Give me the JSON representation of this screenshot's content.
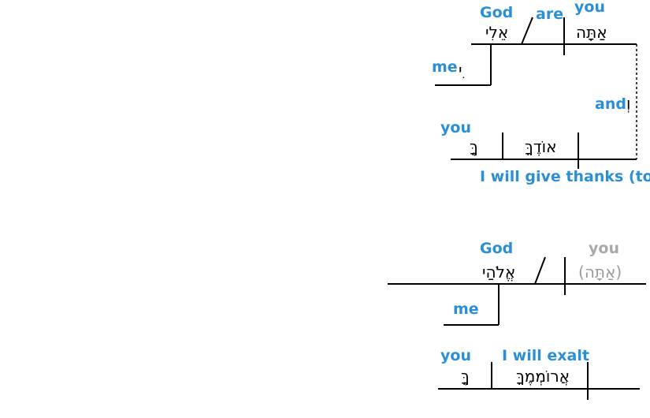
{
  "diagram1": {
    "gloss_you_top": "you",
    "gloss_are": "are",
    "gloss_god": "God",
    "hebrew_you": "אַתָּה",
    "hebrew_god": "אֵלִי",
    "gloss_me": "me",
    "hebrew_me_suffix": "ִי",
    "gloss_and": "and",
    "hebrew_and": "וְ",
    "gloss_you_obj": "you",
    "hebrew_you_suffix": "ֶךָּ",
    "hebrew_verb": "אוֹדֶךָּ",
    "gloss_verb": "I will give thanks (to)"
  },
  "diagram2": {
    "gloss_god": "God",
    "gloss_you_implied": "you",
    "hebrew_you_implied": "(אַתָּה)",
    "hebrew_god": "אֱלֹהַי",
    "gloss_me": "me",
    "gloss_you_obj": "you",
    "hebrew_you_suffix": "ֶךָּ",
    "gloss_verb": "I will exalt",
    "hebrew_verb": "אֲרוֹמְמֶךָּ"
  },
  "colors": {
    "gloss": "#2b8fd6",
    "hebrew": "#000000",
    "implied": "#9a9a9a"
  }
}
